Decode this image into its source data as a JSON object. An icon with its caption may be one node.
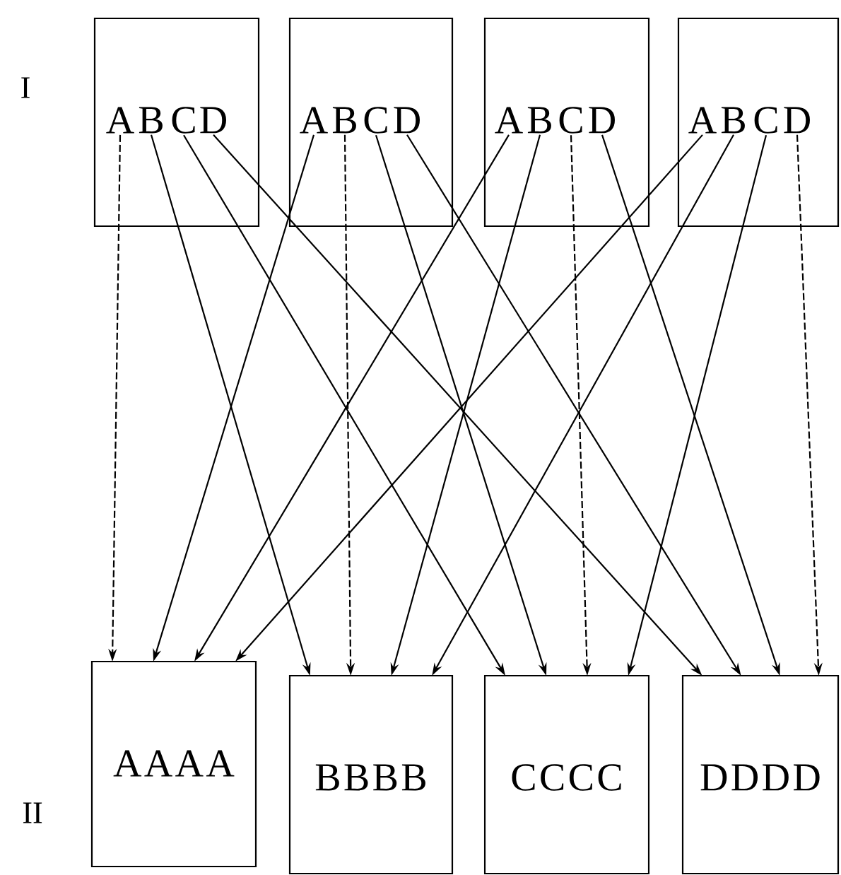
{
  "diagram": {
    "nodes": [
      {
        "text": [],
        "shape": "box"
      },
      {
        "text": [
          "A"
        ],
        "in": 0
      },
      {
        "text": [
          "B"
        ],
        "in": 0
      },
      {
        "text": [
          "C"
        ],
        "in": 0
      },
      {
        "text": [
          "D"
        ],
        "in": 0
      },
      {
        "text": [],
        "shape": "box"
      },
      {
        "text": [
          "A"
        ],
        "in": 5
      },
      {
        "text": [
          "B"
        ],
        "in": 5
      },
      {
        "text": [
          "C"
        ],
        "in": 5
      },
      {
        "text": [
          "D"
        ],
        "in": 5
      },
      {
        "text": [],
        "shape": "box"
      },
      {
        "text": [
          "A"
        ],
        "in": 10
      },
      {
        "text": [
          "B"
        ],
        "in": 10
      },
      {
        "text": [
          "C"
        ],
        "in": 10
      },
      {
        "text": [
          "D"
        ],
        "in": 10
      },
      {
        "text": [],
        "shape": "box"
      },
      {
        "text": [
          "A"
        ],
        "in": 15
      },
      {
        "text": [
          "B"
        ],
        "in": 15
      },
      {
        "text": [
          "C"
        ],
        "in": 15
      },
      {
        "text": [
          "D"
        ],
        "in": 15
      },
      {
        "text": [
          "AAAA"
        ]
      },
      {
        "text": [
          "BBBB"
        ]
      },
      {
        "text": [
          "CCCC"
        ]
      },
      {
        "text": [
          "DDDD"
        ]
      }
    ],
    "edges": [
      {
        "from": 1,
        "to": 20,
        "arrow": "to",
        "style": "dashed"
      },
      {
        "from": 2,
        "to": 21,
        "arrow": "to"
      },
      {
        "from": 3,
        "to": 22,
        "arrow": "to"
      },
      {
        "from": 4,
        "to": 23,
        "arrow": "to"
      },
      {
        "from": 6,
        "to": 20,
        "arrow": "to"
      },
      {
        "from": 7,
        "to": 21,
        "arrow": "to",
        "style": "dashed"
      },
      {
        "from": 8,
        "to": 22,
        "arrow": "to"
      },
      {
        "from": 9,
        "to": 23,
        "arrow": "to"
      },
      {
        "from": 11,
        "to": 20,
        "arrow": "to"
      },
      {
        "from": 12,
        "to": 21,
        "arrow": "to"
      },
      {
        "from": 13,
        "to": 22,
        "arrow": "to",
        "style": "dashed"
      },
      {
        "from": 14,
        "to": 23,
        "arrow": "to"
      },
      {
        "from": 16,
        "to": 20,
        "arrow": "to"
      },
      {
        "from": 17,
        "to": 21,
        "arrow": "to"
      },
      {
        "from": 18,
        "to": 22,
        "arrow": "to"
      },
      {
        "from": 19,
        "to": 23,
        "arrow": "to",
        "style": "dashed"
      }
    ],
    "labels": [
      "I",
      "II"
    ]
  }
}
